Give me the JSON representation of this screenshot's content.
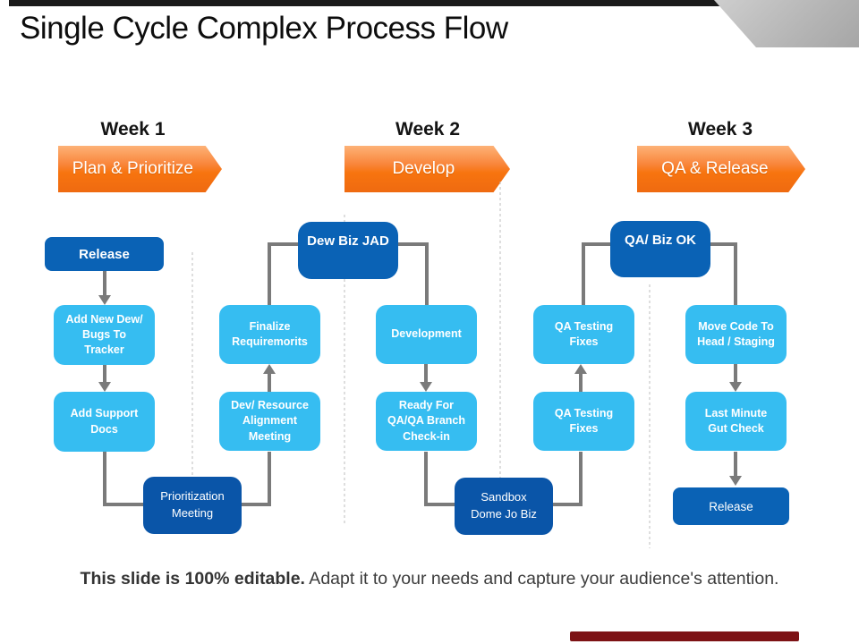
{
  "slide": {
    "title": "Single Cycle Complex Process Flow",
    "footer": {
      "bold": "This slide is 100% editable.",
      "regular": " Adapt it to your needs and capture your audience's attention."
    }
  },
  "colors": {
    "accent_orange": "#f7740f",
    "node_light_blue": "#36bdf1",
    "node_dark_blue": "#0a62b5",
    "node_deep_blue": "#0a55a8",
    "connector_gray": "#7a7a7a",
    "top_strip_black": "#1b1b1b",
    "corner_gray": "#b5b5b5",
    "bottom_accent_red": "#7d1215"
  },
  "weeks": [
    {
      "label": "Week 1",
      "phase": "Plan & Prioritize"
    },
    {
      "label": "Week 2",
      "phase": "Develop"
    },
    {
      "label": "Week 3",
      "phase": "QA & Release"
    }
  ],
  "flow": {
    "nodes": {
      "release_w1": "Release",
      "add_new": "Add New Dew/\nBugs To\nTracker",
      "add_support": "Add Support\nDocs",
      "prioritization": "Prioritization\nMeeting",
      "finalize": "Finalize\nRequiremorits",
      "dev_resource": "Dev/ Resource\nAlignment\nMeeting",
      "dew_biz_jad": "Dew Biz JAD",
      "development": "Development",
      "ready_for": "Ready For\nQA/QA Branch\nCheck-in",
      "sandbox": "Sandbox\nDome Jo Biz",
      "qa_biz_ok": "QA/ Biz OK",
      "qa_fix_1": "QA Testing\nFixes",
      "qa_fix_2": "QA Testing\nFixes",
      "move_code": "Move Code To\nHead / Staging",
      "last_minute": "Last Minute\nGut Check",
      "release_w3": "Release"
    }
  }
}
